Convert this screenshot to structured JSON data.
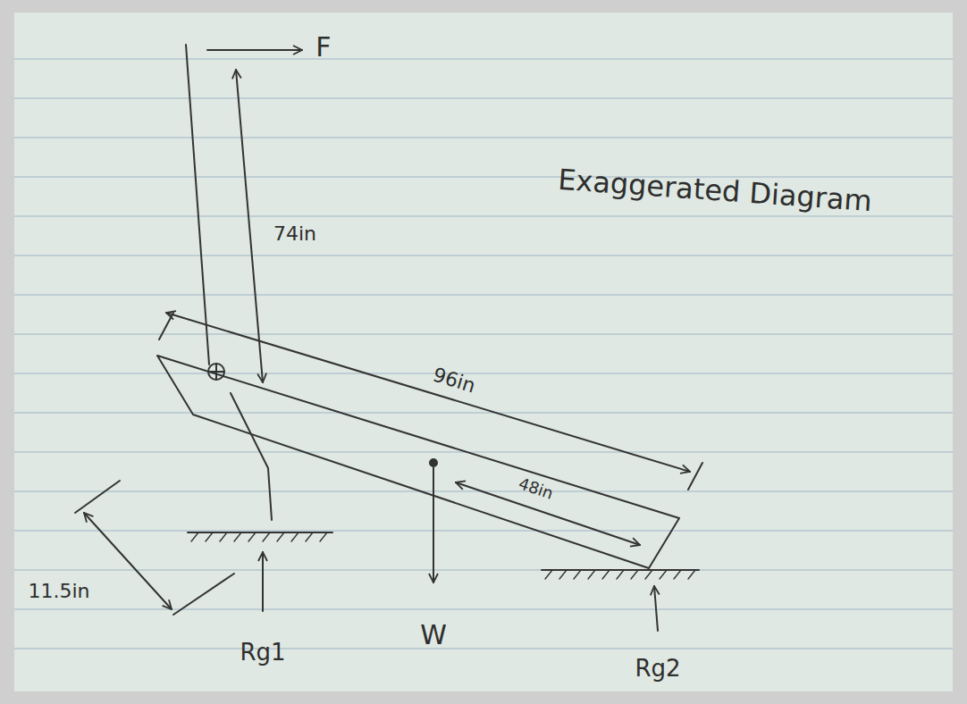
{
  "diagram": {
    "labels": [
      "F",
      "74in",
      "Exaggerated Diagram",
      "96in",
      "48in",
      "11.5in",
      "Rg1",
      "W",
      "Rg2"
    ]
  }
}
